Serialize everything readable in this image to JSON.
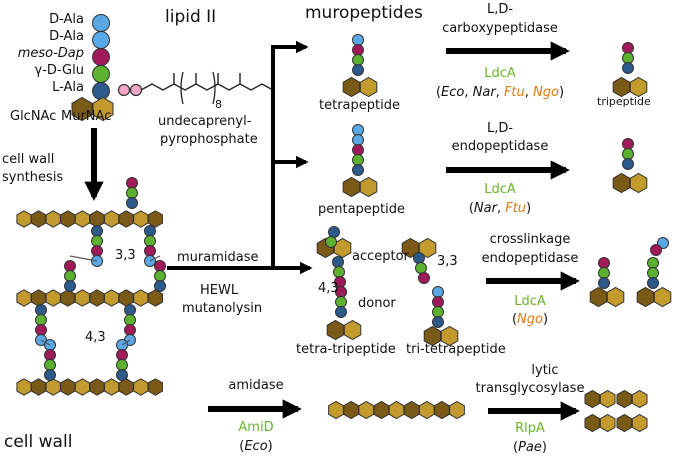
{
  "colors": {
    "dala": "#5aa8e6",
    "dap": "#a0195a",
    "glu": "#5cb130",
    "lala": "#2c5a8a",
    "glcnac": "#7a5a16",
    "murnac": "#c39a2e",
    "pyro": "#f2a7c9",
    "enzyme": "#6cb52c",
    "orange_species": "#e07a13"
  },
  "lipid2": {
    "title": "lipid II",
    "residues": [
      "D-Ala",
      "D-Ala",
      "meso-Dap",
      "γ-D-Glu",
      "L-Ala"
    ],
    "glcnac": "GlcNAc",
    "murnac": "MurNAc",
    "lipid_line1": "undecaprenyl-",
    "lipid_line2": "pyrophosphate"
  },
  "synthesis": {
    "line1": "cell wall",
    "line2": "synthesis"
  },
  "cellwall": {
    "label": "cell wall",
    "bond33": "3,3",
    "bond43": "4,3"
  },
  "muropeptides": {
    "title": "muropeptides",
    "tetrapeptide": "tetrapeptide",
    "pentapeptide": "pentapeptide",
    "tetratri": "tetra-tripeptide",
    "tritetra": "tri-tetrapeptide",
    "acceptor": "acceptor",
    "donor": "donor",
    "bond43": "4,3",
    "bond33": "3,3"
  },
  "muramidase": {
    "label": "muramidase",
    "hewl": "HEWL",
    "mutanolysin": "mutanolysin"
  },
  "reactions": {
    "carboxy": {
      "line1": "L,D-",
      "line2": "carboxypeptidase",
      "enzyme": "LdcA",
      "orgs": [
        "Eco",
        "Nar",
        "Ftu",
        "Ngo"
      ],
      "product": "tripeptide"
    },
    "endo": {
      "line1": "L,D-",
      "line2": "endopeptidase",
      "enzyme": "LdcA",
      "orgs": [
        "Nar",
        "Ftu"
      ]
    },
    "cross": {
      "line1": "crosslinkage",
      "line2": "endopeptidase",
      "enzyme": "LdcA",
      "orgs": [
        "Ngo"
      ]
    },
    "amidase": {
      "line1": "amidase",
      "enzyme": "AmiD",
      "orgs": [
        "Eco"
      ]
    },
    "lytic": {
      "line1": "lytic",
      "line2": "transglycosylase",
      "enzyme": "RlpA",
      "orgs": [
        "Pae"
      ]
    }
  }
}
